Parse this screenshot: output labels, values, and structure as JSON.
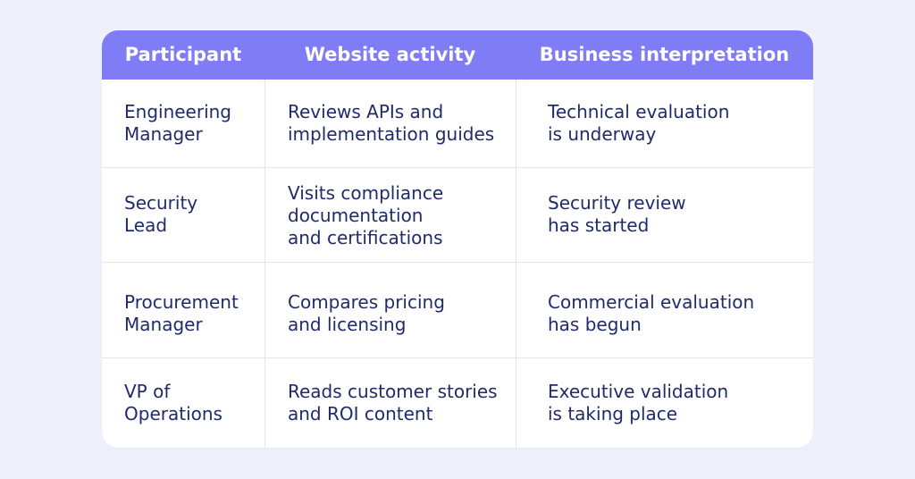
{
  "page": {
    "background_color": "#eef0fc"
  },
  "table": {
    "header_color": "#7f7cf5",
    "text_color": "#1f2b6b",
    "headers": [
      "Participant",
      "Website activity",
      "Business interpretation"
    ],
    "rows": [
      [
        "Engineering\nManager",
        "Reviews APIs and\nimplementation guides",
        "Technical evaluation\nis underway"
      ],
      [
        "Security\nLead",
        "Visits compliance\ndocumentation\nand certifications",
        "Security review\nhas started"
      ],
      [
        "Procurement\nManager",
        "Compares pricing\nand licensing",
        "Commercial evaluation\nhas begun"
      ],
      [
        "VP of\nOperations",
        "Reads customer stories\nand ROI content",
        "Executive validation\nis taking place"
      ]
    ]
  }
}
